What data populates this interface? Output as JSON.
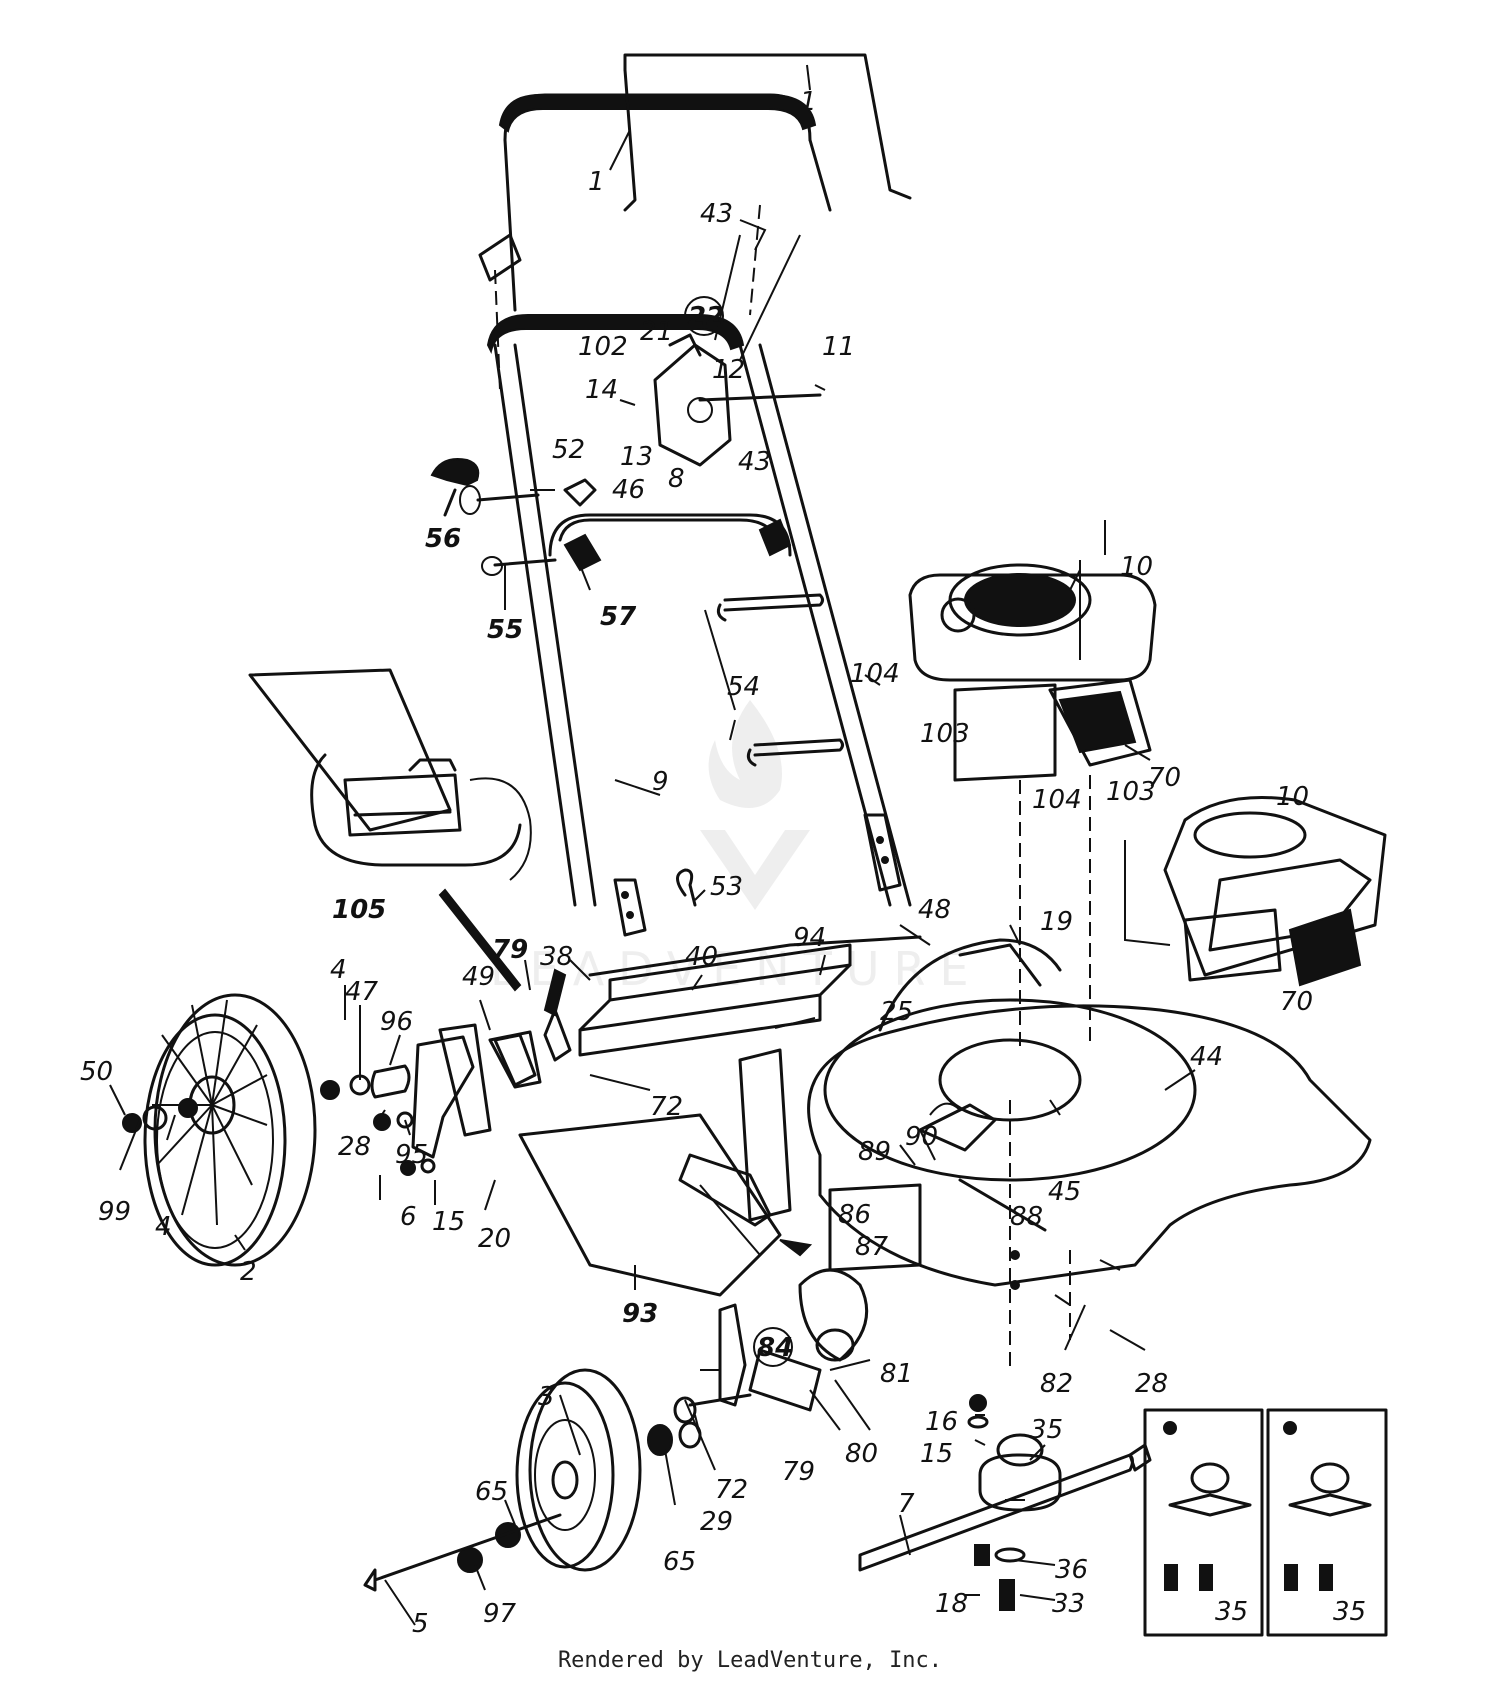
{
  "footer": {
    "text": "Rendered by LeadVenture, Inc."
  },
  "watermark": {
    "text": "LEADVENTURE"
  },
  "parts": [
    {
      "id": "p1a",
      "label": "1"
    },
    {
      "id": "p1b",
      "label": "1"
    },
    {
      "id": "p43a",
      "label": "43"
    },
    {
      "id": "p102",
      "label": "102"
    },
    {
      "id": "p21",
      "label": "21"
    },
    {
      "id": "p22",
      "label": "22"
    },
    {
      "id": "p12",
      "label": "12"
    },
    {
      "id": "p11",
      "label": "11"
    },
    {
      "id": "p14",
      "label": "14"
    },
    {
      "id": "p13",
      "label": "13"
    },
    {
      "id": "p8",
      "label": "8"
    },
    {
      "id": "p43b",
      "label": "43"
    },
    {
      "id": "p52",
      "label": "52"
    },
    {
      "id": "p46",
      "label": "46"
    },
    {
      "id": "p56",
      "label": "56"
    },
    {
      "id": "p55",
      "label": "55"
    },
    {
      "id": "p57",
      "label": "57"
    },
    {
      "id": "p10a",
      "label": "10"
    },
    {
      "id": "p54",
      "label": "54"
    },
    {
      "id": "p104a",
      "label": "104"
    },
    {
      "id": "p103a",
      "label": "103"
    },
    {
      "id": "p70a",
      "label": "70"
    },
    {
      "id": "p9",
      "label": "9"
    },
    {
      "id": "p104b",
      "label": "104"
    },
    {
      "id": "p103b",
      "label": "103"
    },
    {
      "id": "p10b",
      "label": "10"
    },
    {
      "id": "p105",
      "label": "105"
    },
    {
      "id": "p53",
      "label": "53"
    },
    {
      "id": "p48",
      "label": "48"
    },
    {
      "id": "p19",
      "label": "19"
    },
    {
      "id": "p70b",
      "label": "70"
    },
    {
      "id": "p94",
      "label": "94"
    },
    {
      "id": "p40",
      "label": "40"
    },
    {
      "id": "p79a",
      "label": "79"
    },
    {
      "id": "p38",
      "label": "38"
    },
    {
      "id": "p4a",
      "label": "4"
    },
    {
      "id": "p47",
      "label": "47"
    },
    {
      "id": "p96",
      "label": "96"
    },
    {
      "id": "p49",
      "label": "49"
    },
    {
      "id": "p25",
      "label": "25"
    },
    {
      "id": "p44",
      "label": "44"
    },
    {
      "id": "p50",
      "label": "50"
    },
    {
      "id": "p72a",
      "label": "72"
    },
    {
      "id": "p28a",
      "label": "28"
    },
    {
      "id": "p95",
      "label": "95"
    },
    {
      "id": "p90",
      "label": "90"
    },
    {
      "id": "p89",
      "label": "89"
    },
    {
      "id": "p45",
      "label": "45"
    },
    {
      "id": "p99",
      "label": "99"
    },
    {
      "id": "p4b",
      "label": "4"
    },
    {
      "id": "p6",
      "label": "6"
    },
    {
      "id": "p15a",
      "label": "15"
    },
    {
      "id": "p20",
      "label": "20"
    },
    {
      "id": "p86",
      "label": "86"
    },
    {
      "id": "p88",
      "label": "88"
    },
    {
      "id": "p87",
      "label": "87"
    },
    {
      "id": "p2",
      "label": "2"
    },
    {
      "id": "p93",
      "label": "93"
    },
    {
      "id": "p84",
      "label": "84"
    },
    {
      "id": "p81",
      "label": "81"
    },
    {
      "id": "p82",
      "label": "82"
    },
    {
      "id": "p28b",
      "label": "28"
    },
    {
      "id": "p3",
      "label": "3"
    },
    {
      "id": "p16",
      "label": "16"
    },
    {
      "id": "p35a",
      "label": "35"
    },
    {
      "id": "p15b",
      "label": "15"
    },
    {
      "id": "p72b",
      "label": "72"
    },
    {
      "id": "p79b",
      "label": "79"
    },
    {
      "id": "p80",
      "label": "80"
    },
    {
      "id": "p7",
      "label": "7"
    },
    {
      "id": "p65a",
      "label": "65"
    },
    {
      "id": "p29",
      "label": "29"
    },
    {
      "id": "p65b",
      "label": "65"
    },
    {
      "id": "p36",
      "label": "36"
    },
    {
      "id": "p18",
      "label": "18"
    },
    {
      "id": "p33",
      "label": "33"
    },
    {
      "id": "p97",
      "label": "97"
    },
    {
      "id": "p5",
      "label": "5"
    },
    {
      "id": "p35b",
      "label": "35"
    },
    {
      "id": "p35c",
      "label": "35"
    }
  ]
}
